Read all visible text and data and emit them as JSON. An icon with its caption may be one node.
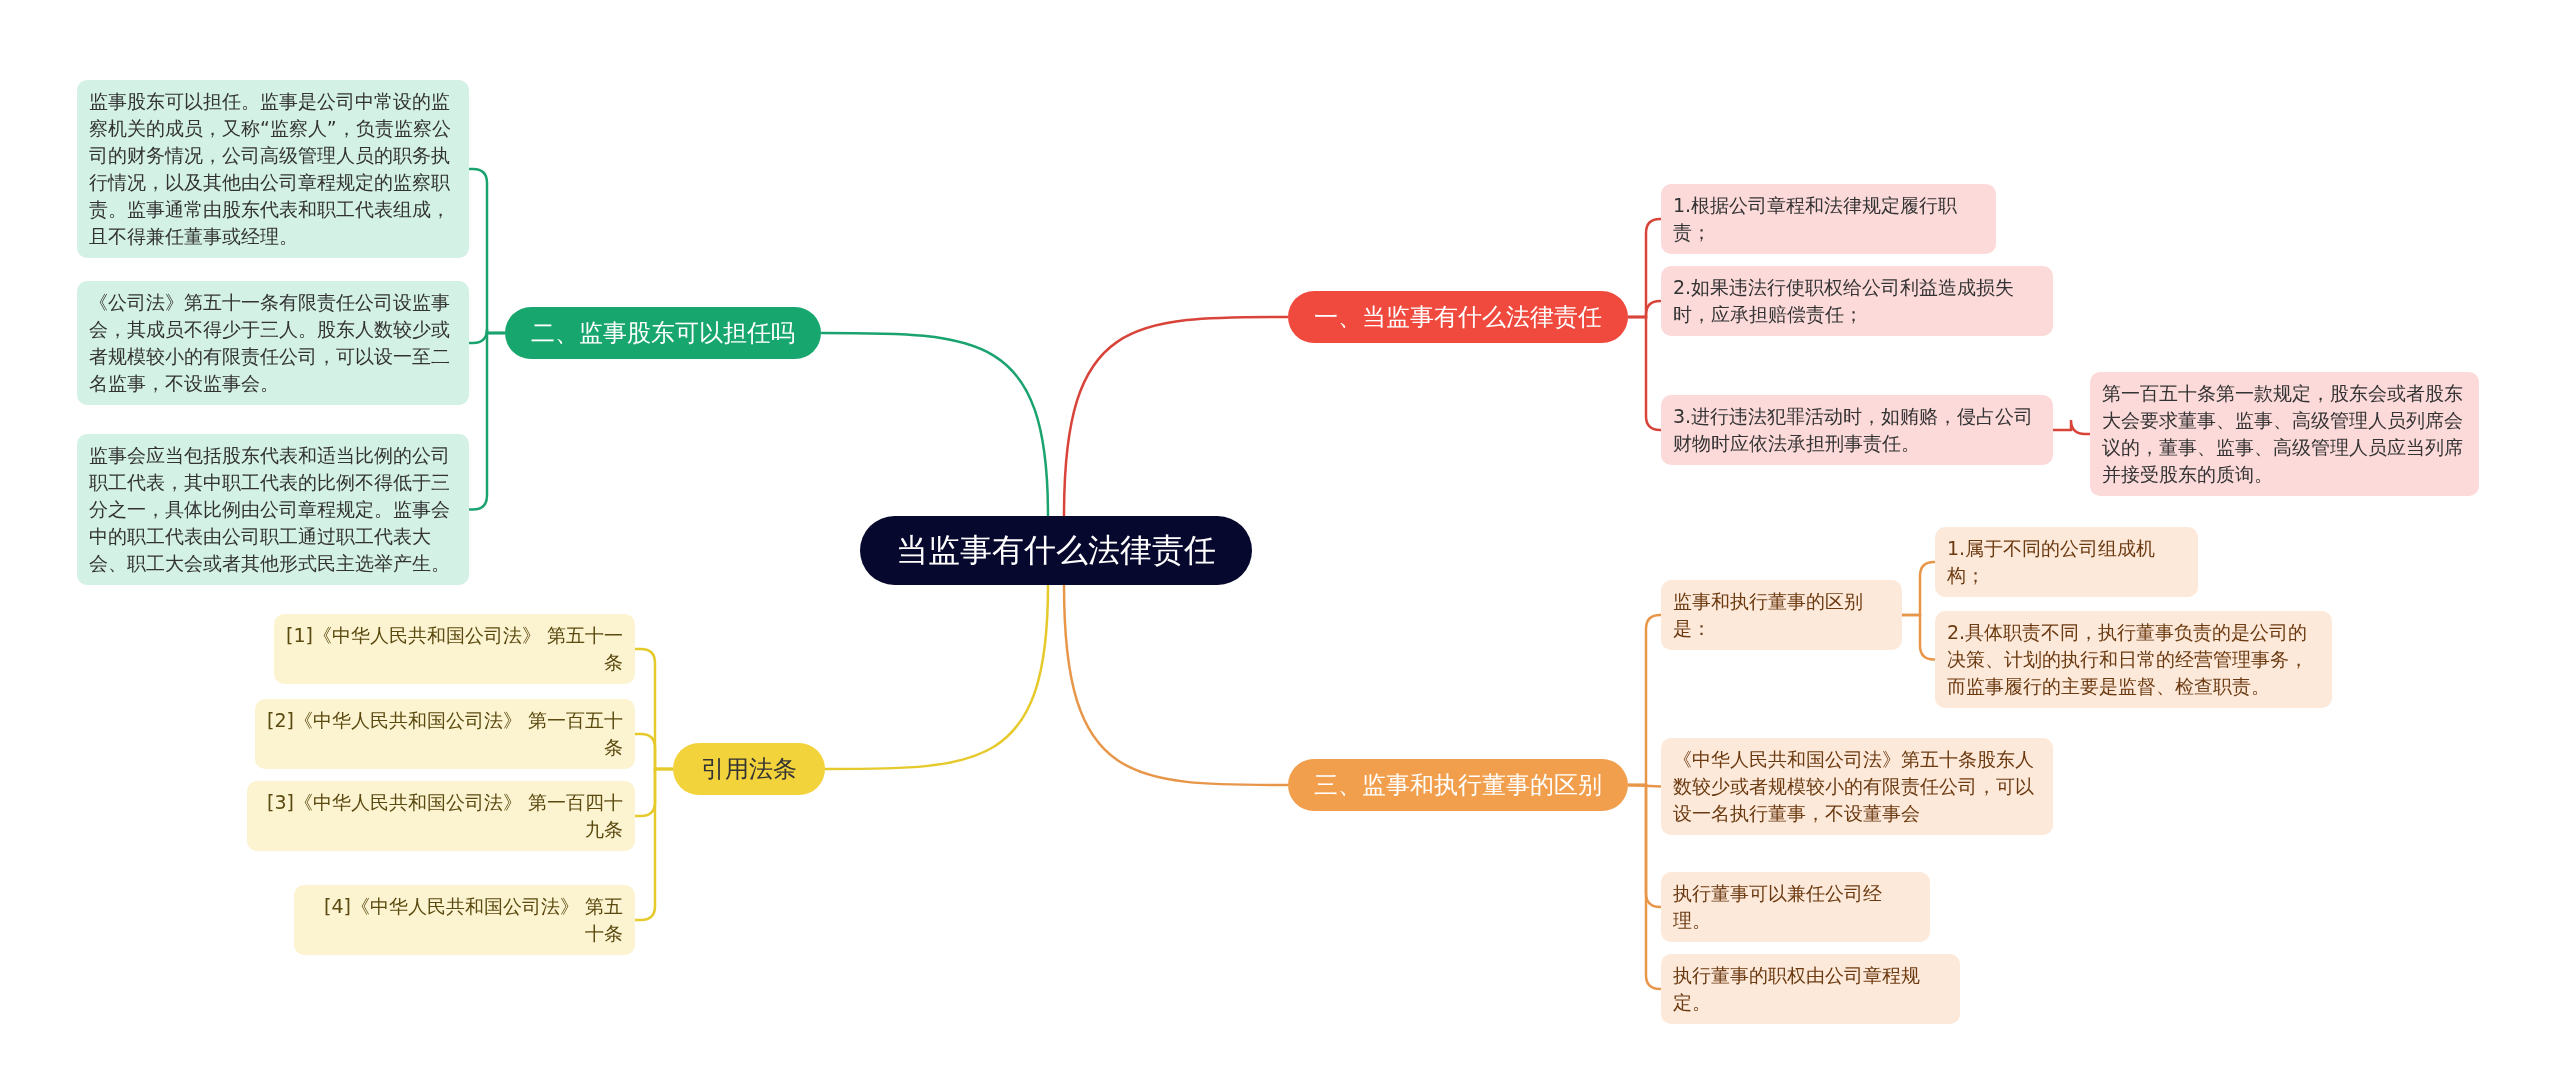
{
  "diagram": {
    "nodes": [
      {
        "text": [
          "当监事有什么法律责任"
        ]
      },
      {
        "text": [
          "一、当监事有什么法律责任"
        ]
      },
      {
        "text": [
          "1.根据公司章程和法律规定履行职责；"
        ]
      },
      {
        "text": [
          "2.如果违法行使职权给公司利益造成损失时，应承担赔偿责任；"
        ]
      },
      {
        "text": [
          "3.进行违法犯罪活动时，如贿赂，侵占公司财物时应依法承担刑事责任。"
        ]
      },
      {
        "text": [
          "第一百五十条第一款规定，股东会或者股东大会要求董事、监事、高级管理人员列席会议的，董事、监事、高级管理人员应当列席并接受股东的质询。"
        ]
      },
      {
        "text": [
          "二、监事股东可以担任吗"
        ]
      },
      {
        "text": [
          "监事股东可以担任。监事是公司中常设的监察机关的成员，又称“监察人”，负责监察公司的财务情况，公司高级管理人员的职务执行情况，以及其他由公司章程规定的监察职责。监事通常由股东代表和职工代表组成，且不得兼任董事或经理。"
        ]
      },
      {
        "text": [
          "《公司法》第五十一条有限责任公司设监事会，其成员不得少于三人。股东人数较少或者规模较小的有限责任公司，可以设一至二名监事，不设监事会。"
        ]
      },
      {
        "text": [
          "监事会应当包括股东代表和适当比例的公司职工代表，其中职工代表的比例不得低于三分之一，具体比例由公司章程规定。监事会中的职工代表由公司职工通过职工代表大会、职工大会或者其他形式民主选举产生。"
        ]
      },
      {
        "text": [
          "三、监事和执行董事的区别"
        ]
      },
      {
        "text": [
          "监事和执行董事的区别是："
        ]
      },
      {
        "text": [
          "1.属于不同的公司组成机构；"
        ]
      },
      {
        "text": [
          "2.具体职责不同，执行董事负责的是公司的决策、计划的执行和日常的经营管理事务，而监事履行的主要是监督、检查职责。"
        ]
      },
      {
        "text": [
          "《中华人民共和国公司法》第五十条股东人数较少或者规模较小的有限责任公司，可以设一名执行董事，不设董事会"
        ]
      },
      {
        "text": [
          "执行董事可以兼任公司经理。"
        ]
      },
      {
        "text": [
          "执行董事的职权由公司章程规定。"
        ]
      },
      {
        "text": [
          "引用法条"
        ]
      },
      {
        "text": [
          "[1]《中华人民共和国公司法》 第五十一条"
        ]
      },
      {
        "text": [
          "[2]《中华人民共和国公司法》 第一百五十条"
        ]
      },
      {
        "text": [
          "[3]《中华人民共和国公司法》 第一百四十九条"
        ]
      },
      {
        "text": [
          "[4]《中华人民共和国公司法》 第五十条"
        ]
      }
    ],
    "edges": [
      {
        "from": 0,
        "to": 1,
        "arrow": "none",
        "color": "#d9443a"
      },
      {
        "from": 1,
        "to": 2,
        "arrow": "none",
        "color": "#d9443a"
      },
      {
        "from": 1,
        "to": 3,
        "arrow": "none",
        "color": "#d9443a"
      },
      {
        "from": 1,
        "to": 4,
        "arrow": "none",
        "color": "#d9443a"
      },
      {
        "from": 4,
        "to": 5,
        "arrow": "none",
        "color": "#d9443a"
      },
      {
        "from": 0,
        "to": 6,
        "arrow": "none",
        "color": "#1aa36f"
      },
      {
        "from": 6,
        "to": 7,
        "arrow": "none",
        "color": "#1aa36f"
      },
      {
        "from": 6,
        "to": 8,
        "arrow": "none",
        "color": "#1aa36f"
      },
      {
        "from": 6,
        "to": 9,
        "arrow": "none",
        "color": "#1aa36f"
      },
      {
        "from": 0,
        "to": 10,
        "arrow": "none"
      },
      {
        "from": 10,
        "to": 11,
        "arrow": "none"
      },
      {
        "from": 11,
        "to": 12,
        "arrow": "none"
      },
      {
        "from": 11,
        "to": 13,
        "arrow": "none"
      },
      {
        "from": 10,
        "to": 14,
        "arrow": "none"
      },
      {
        "from": 10,
        "to": 15,
        "arrow": "none"
      },
      {
        "from": 10,
        "to": 16,
        "arrow": "none"
      },
      {
        "from": 0,
        "to": 17,
        "arrow": "none",
        "color": "#e6c92a"
      },
      {
        "from": 17,
        "to": 18,
        "arrow": "none",
        "color": "#e6c92a"
      },
      {
        "from": 17,
        "to": 19,
        "arrow": "none",
        "color": "#e6c92a"
      },
      {
        "from": 17,
        "to": 20,
        "arrow": "none",
        "color": "#e6c92a"
      },
      {
        "from": 17,
        "to": 21,
        "arrow": "none",
        "color": "#e6c92a"
      }
    ]
  }
}
